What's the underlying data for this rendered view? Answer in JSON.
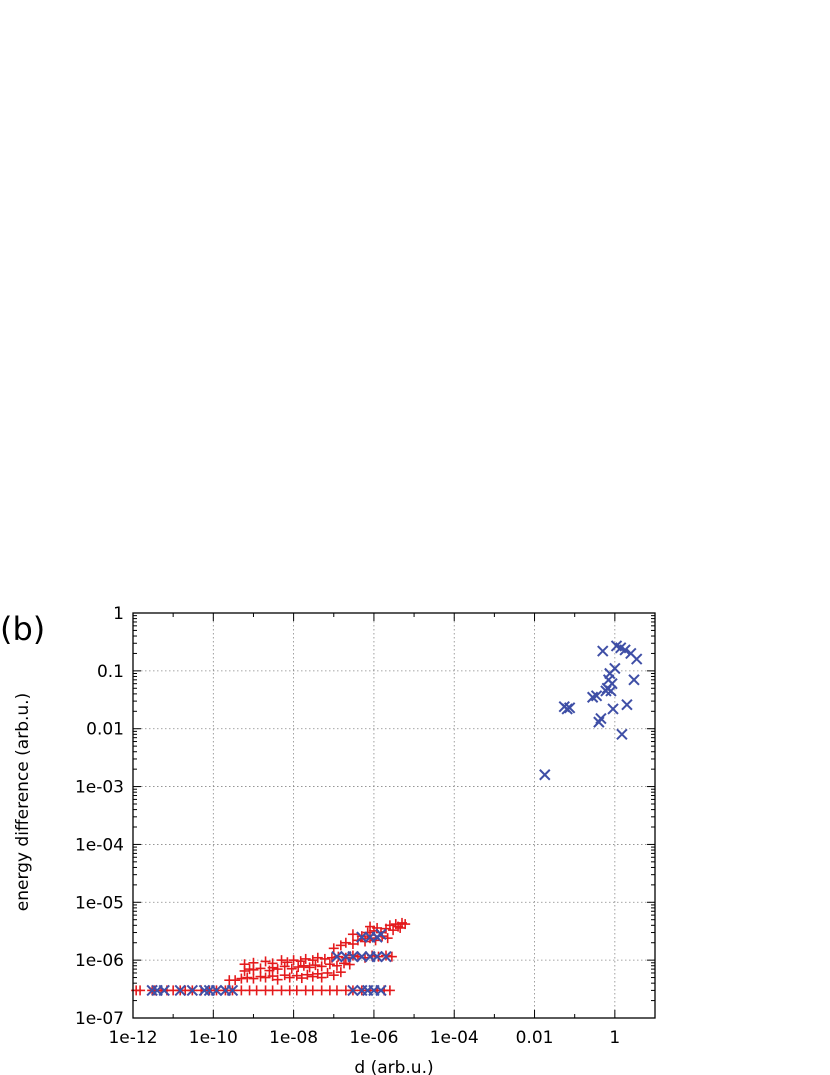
{
  "panel_label": "(b)",
  "chart_data": {
    "type": "scatter",
    "title": "",
    "xlabel": "d (arb.u.)",
    "ylabel": "energy difference (arb.u.)",
    "x_scale": "log",
    "y_scale": "log",
    "xlim": [
      1e-12,
      10
    ],
    "ylim": [
      1e-07,
      1
    ],
    "grid": true,
    "x_tick_values": [
      1e-12,
      1e-10,
      1e-08,
      1e-06,
      0.0001,
      0.01,
      1
    ],
    "x_tick_labels": [
      "1e-12",
      "1e-10",
      "1e-08",
      "1e-06",
      "1e-04",
      "0.01",
      "1"
    ],
    "y_tick_values": [
      1e-07,
      1e-06,
      1e-05,
      0.0001,
      0.001,
      0.01,
      0.1,
      1
    ],
    "y_tick_labels": [
      "1e-07",
      "1e-06",
      "1e-05",
      "1e-04",
      "1e-03",
      "0.01",
      "0.1",
      "1"
    ],
    "series": [
      {
        "marker": "plus",
        "color": "#e41a1c",
        "points": [
          [
            1.2e-12,
            3e-07
          ],
          [
            1.5e-12,
            3e-07
          ],
          [
            3e-12,
            3e-07
          ],
          [
            3.5e-12,
            3e-07
          ],
          [
            5e-12,
            3e-07
          ],
          [
            7e-12,
            3e-07
          ],
          [
            1e-11,
            3e-07
          ],
          [
            1.5e-11,
            3e-07
          ],
          [
            2e-11,
            3e-07
          ],
          [
            3e-11,
            3e-07
          ],
          [
            5e-11,
            3e-07
          ],
          [
            8e-11,
            3e-07
          ],
          [
            1.2e-10,
            3e-07
          ],
          [
            2e-10,
            3e-07
          ],
          [
            3e-10,
            3e-07
          ],
          [
            5e-10,
            3e-07
          ],
          [
            8e-10,
            3e-07
          ],
          [
            1.2e-09,
            3e-07
          ],
          [
            2e-09,
            3e-07
          ],
          [
            3e-09,
            3e-07
          ],
          [
            5e-09,
            3e-07
          ],
          [
            8e-09,
            3e-07
          ],
          [
            1.2e-08,
            3e-07
          ],
          [
            2e-08,
            3e-07
          ],
          [
            3e-08,
            3e-07
          ],
          [
            5e-08,
            3e-07
          ],
          [
            8e-08,
            3e-07
          ],
          [
            1.2e-07,
            3e-07
          ],
          [
            2e-07,
            3e-07
          ],
          [
            3e-07,
            3e-07
          ],
          [
            5e-07,
            3e-07
          ],
          [
            8e-07,
            3e-07
          ],
          [
            1.2e-06,
            3e-07
          ],
          [
            1.8e-06,
            3e-07
          ],
          [
            2.5e-06,
            3e-07
          ],
          [
            2.5e-10,
            4.5e-07
          ],
          [
            3.5e-10,
            4.5e-07
          ],
          [
            5e-10,
            4.8e-07
          ],
          [
            7e-10,
            5e-07
          ],
          [
            1e-09,
            4.8e-07
          ],
          [
            1.5e-09,
            5.2e-07
          ],
          [
            2e-09,
            5e-07
          ],
          [
            3e-09,
            5.3e-07
          ],
          [
            4e-09,
            4.6e-07
          ],
          [
            6e-09,
            5.5e-07
          ],
          [
            8e-09,
            5e-07
          ],
          [
            1.2e-08,
            5.4e-07
          ],
          [
            1.6e-08,
            4.9e-07
          ],
          [
            2.2e-08,
            5.6e-07
          ],
          [
            3e-08,
            5.2e-07
          ],
          [
            4e-08,
            5.8e-07
          ],
          [
            5e-08,
            5e-07
          ],
          [
            7e-08,
            6e-07
          ],
          [
            1e-07,
            5.5e-07
          ],
          [
            1.5e-07,
            6.2e-07
          ],
          [
            6e-10,
            6.5e-07
          ],
          [
            8e-10,
            7e-07
          ],
          [
            1e-09,
            6.8e-07
          ],
          [
            1.5e-09,
            7.2e-07
          ],
          [
            2.5e-09,
            6.6e-07
          ],
          [
            3e-09,
            7.4e-07
          ],
          [
            4e-09,
            7e-07
          ],
          [
            6e-09,
            7.8e-07
          ],
          [
            9e-09,
            7.1e-07
          ],
          [
            1.3e-08,
            7.6e-07
          ],
          [
            1.8e-08,
            8e-07
          ],
          [
            2.5e-08,
            7.5e-07
          ],
          [
            3.5e-08,
            8.2e-07
          ],
          [
            5e-08,
            7.8e-07
          ],
          [
            8e-08,
            8.5e-07
          ],
          [
            1.2e-07,
            8e-07
          ],
          [
            1.8e-07,
            8.8e-07
          ],
          [
            2.5e-07,
            8.4e-07
          ],
          [
            6e-10,
            8.5e-07
          ],
          [
            1e-09,
            9e-07
          ],
          [
            2e-09,
            9.5e-07
          ],
          [
            3e-09,
            8.8e-07
          ],
          [
            5e-09,
            1e-06
          ],
          [
            7e-09,
            9.2e-07
          ],
          [
            1e-08,
            1e-06
          ],
          [
            1.5e-08,
            9.6e-07
          ],
          [
            2e-08,
            1.05e-06
          ],
          [
            3e-08,
            1e-06
          ],
          [
            4e-08,
            1.1e-06
          ],
          [
            6e-08,
            1.05e-06
          ],
          [
            9e-08,
            1.1e-06
          ],
          [
            1.3e-07,
            1.15e-06
          ],
          [
            2e-07,
            1.1e-06
          ],
          [
            3e-07,
            1.2e-06
          ],
          [
            4e-07,
            1.15e-06
          ],
          [
            6e-07,
            1.1e-06
          ],
          [
            9e-07,
            1.2e-06
          ],
          [
            1.3e-06,
            1.15e-06
          ],
          [
            2e-06,
            1.2e-06
          ],
          [
            2.8e-06,
            1.15e-06
          ],
          [
            1e-07,
            1.6e-06
          ],
          [
            1.5e-07,
            1.8e-06
          ],
          [
            2e-07,
            2e-06
          ],
          [
            3e-07,
            1.9e-06
          ],
          [
            4e-07,
            2.2e-06
          ],
          [
            6e-07,
            2.1e-06
          ],
          [
            8e-07,
            2.4e-06
          ],
          [
            1.1e-06,
            2.2e-06
          ],
          [
            1.6e-06,
            2.6e-06
          ],
          [
            2.2e-06,
            2.4e-06
          ],
          [
            3e-07,
            2.8e-06
          ],
          [
            5e-07,
            2.6e-06
          ],
          [
            7e-07,
            3e-06
          ],
          [
            1e-06,
            3.2e-06
          ],
          [
            1.5e-06,
            3e-06
          ],
          [
            2e-06,
            3.5e-06
          ],
          [
            3e-06,
            3.3e-06
          ],
          [
            4e-06,
            3.8e-06
          ],
          [
            3.5e-06,
            4.2e-06
          ],
          [
            5e-06,
            4.4e-06
          ],
          [
            6e-06,
            4.2e-06
          ],
          [
            4.5e-06,
            3.6e-06
          ],
          [
            2.5e-06,
            4e-06
          ],
          [
            1.2e-06,
            3.6e-06
          ],
          [
            8e-07,
            3.8e-06
          ]
        ]
      },
      {
        "marker": "x",
        "color": "#3f4fa6",
        "points": [
          [
            3e-12,
            3e-07
          ],
          [
            4e-12,
            3e-07
          ],
          [
            6e-12,
            3e-07
          ],
          [
            1.5e-11,
            3e-07
          ],
          [
            3e-11,
            3e-07
          ],
          [
            6e-11,
            3e-07
          ],
          [
            8e-11,
            3e-07
          ],
          [
            1.2e-10,
            3e-07
          ],
          [
            2e-10,
            3e-07
          ],
          [
            3e-10,
            3e-07
          ],
          [
            3e-07,
            3e-07
          ],
          [
            5e-07,
            3e-07
          ],
          [
            7e-07,
            3e-07
          ],
          [
            1e-06,
            3e-07
          ],
          [
            1.5e-06,
            3e-07
          ],
          [
            1.2e-07,
            1.15e-06
          ],
          [
            2e-07,
            1.15e-06
          ],
          [
            3e-07,
            1.15e-06
          ],
          [
            5e-07,
            1.15e-06
          ],
          [
            8e-07,
            1.15e-06
          ],
          [
            1.2e-06,
            1.15e-06
          ],
          [
            2e-06,
            1.15e-06
          ],
          [
            5e-07,
            2.5e-06
          ],
          [
            8e-07,
            2.5e-06
          ],
          [
            1.2e-06,
            2.5e-06
          ],
          [
            1.5e-06,
            2.8e-06
          ],
          [
            0.018,
            0.0016
          ],
          [
            0.055,
            0.024
          ],
          [
            0.065,
            0.022
          ],
          [
            0.075,
            0.023
          ],
          [
            0.28,
            0.035
          ],
          [
            0.35,
            0.037
          ],
          [
            0.4,
            0.013
          ],
          [
            0.45,
            0.015
          ],
          [
            0.5,
            0.22
          ],
          [
            0.6,
            0.045
          ],
          [
            0.65,
            0.05
          ],
          [
            0.7,
            0.07
          ],
          [
            0.75,
            0.09
          ],
          [
            0.8,
            0.045
          ],
          [
            0.85,
            0.06
          ],
          [
            0.9,
            0.022
          ],
          [
            1.0,
            0.11
          ],
          [
            1.1,
            0.27
          ],
          [
            1.4,
            0.25
          ],
          [
            1.5,
            0.008
          ],
          [
            1.8,
            0.23
          ],
          [
            2.0,
            0.026
          ],
          [
            2.5,
            0.2
          ],
          [
            3.0,
            0.07
          ],
          [
            3.5,
            0.16
          ]
        ]
      }
    ]
  }
}
